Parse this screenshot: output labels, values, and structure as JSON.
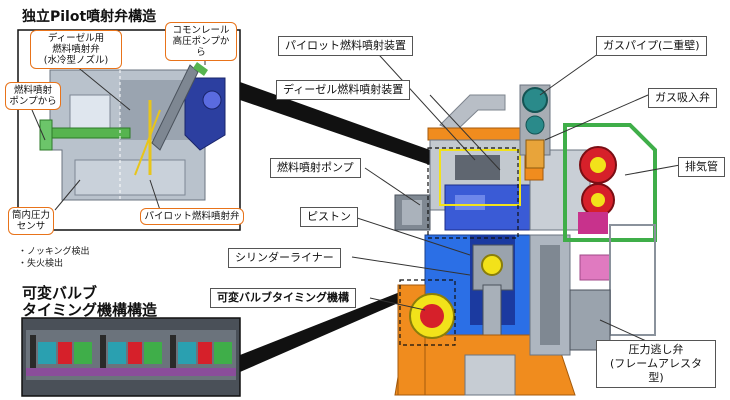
{
  "titles": {
    "pilot_structure": "独立Pilot噴射弁構造",
    "vvt_structure_line1": "可変バルブ",
    "vvt_structure_line2": "タイミング機構構造"
  },
  "inset_labels": {
    "diesel_injector": "ディーゼル用\n燃料噴射弁\n(水冷型ノズル)",
    "from_common_rail": "コモンレール\n高圧ポンプから",
    "from_fuel_pump": "燃料噴射\nポンプから",
    "cylinder_pressure_sensor": "筒内圧力\nセンサ",
    "pilot_injector": "パイロット燃料噴射弁"
  },
  "notes": [
    "・ノッキング検出",
    "・失火検出"
  ],
  "callouts": {
    "pilot_injection_device": "パイロット燃料噴射装置",
    "diesel_injection_device": "ディーゼル燃料噴射装置",
    "fuel_injection_pump": "燃料噴射ポンプ",
    "piston": "ピストン",
    "cylinder_liner": "シリンダーライナー",
    "vvt_mechanism": "可変バルブタイミング機構",
    "gas_pipe": "ガスパイプ(二重壁)",
    "gas_intake_valve": "ガス吸入弁",
    "exhaust_pipe": "排気管",
    "pressure_relief_valve": "圧力逃し弁\n(フレームアレスタ型)"
  },
  "colors": {
    "callout_border": "#555555",
    "orange_border": "#e8731a",
    "dashed_box": "#111111",
    "engine_orange": "#f08c1e",
    "engine_blue": "#1f4fd6",
    "engine_green": "#3fae49",
    "engine_yellow": "#f2e21a",
    "engine_gray": "#a7adb4",
    "engine_red": "#d6202a",
    "engine_magenta": "#c8328c",
    "engine_teal": "#2a8a8a"
  }
}
